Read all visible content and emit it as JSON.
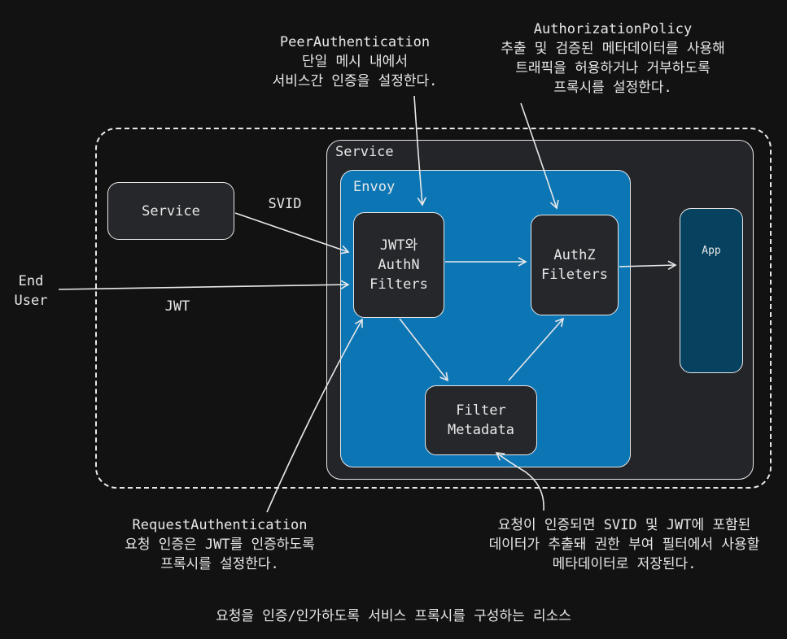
{
  "labels": {
    "peer_auth": "PeerAuthentication\n단일 메시 내에서\n서비스간 인증을 설정한다.",
    "authz_policy": "AuthorizationPolicy\n추출 및 검증된 메타데이터를 사용해\n트래픽을 허용하거나 거부하도록\n프록시를 설정한다.",
    "request_auth": "RequestAuthentication\n요청 인증은 JWT를 인증하도록\n프록시를 설정한다.",
    "metadata_note": "요청이 인증되면 SVID 및 JWT에 포함된\n데이터가 추출돼 권한 부여 필터에서 사용할\n메타데이터로 저장된다.",
    "caption": "요청을 인증/인가하도록 서비스 프록시를 구성하는 리소스",
    "end_user": "End\nUser",
    "svid": "SVID",
    "jwt": "JWT"
  },
  "containers": {
    "service": "Service",
    "envoy": "Envoy"
  },
  "nodes": {
    "service": "Service",
    "jwt_authn": "JWT와\nAuthN\nFilters",
    "authz": "AuthZ\nFileters",
    "filter_metadata": "Filter\nMetadata",
    "app": "App"
  },
  "colors": {
    "background": "#121212",
    "envoy": "#0c75b4",
    "app": "#06415f",
    "node": "#25272b",
    "stroke": "#e8e8e8"
  }
}
